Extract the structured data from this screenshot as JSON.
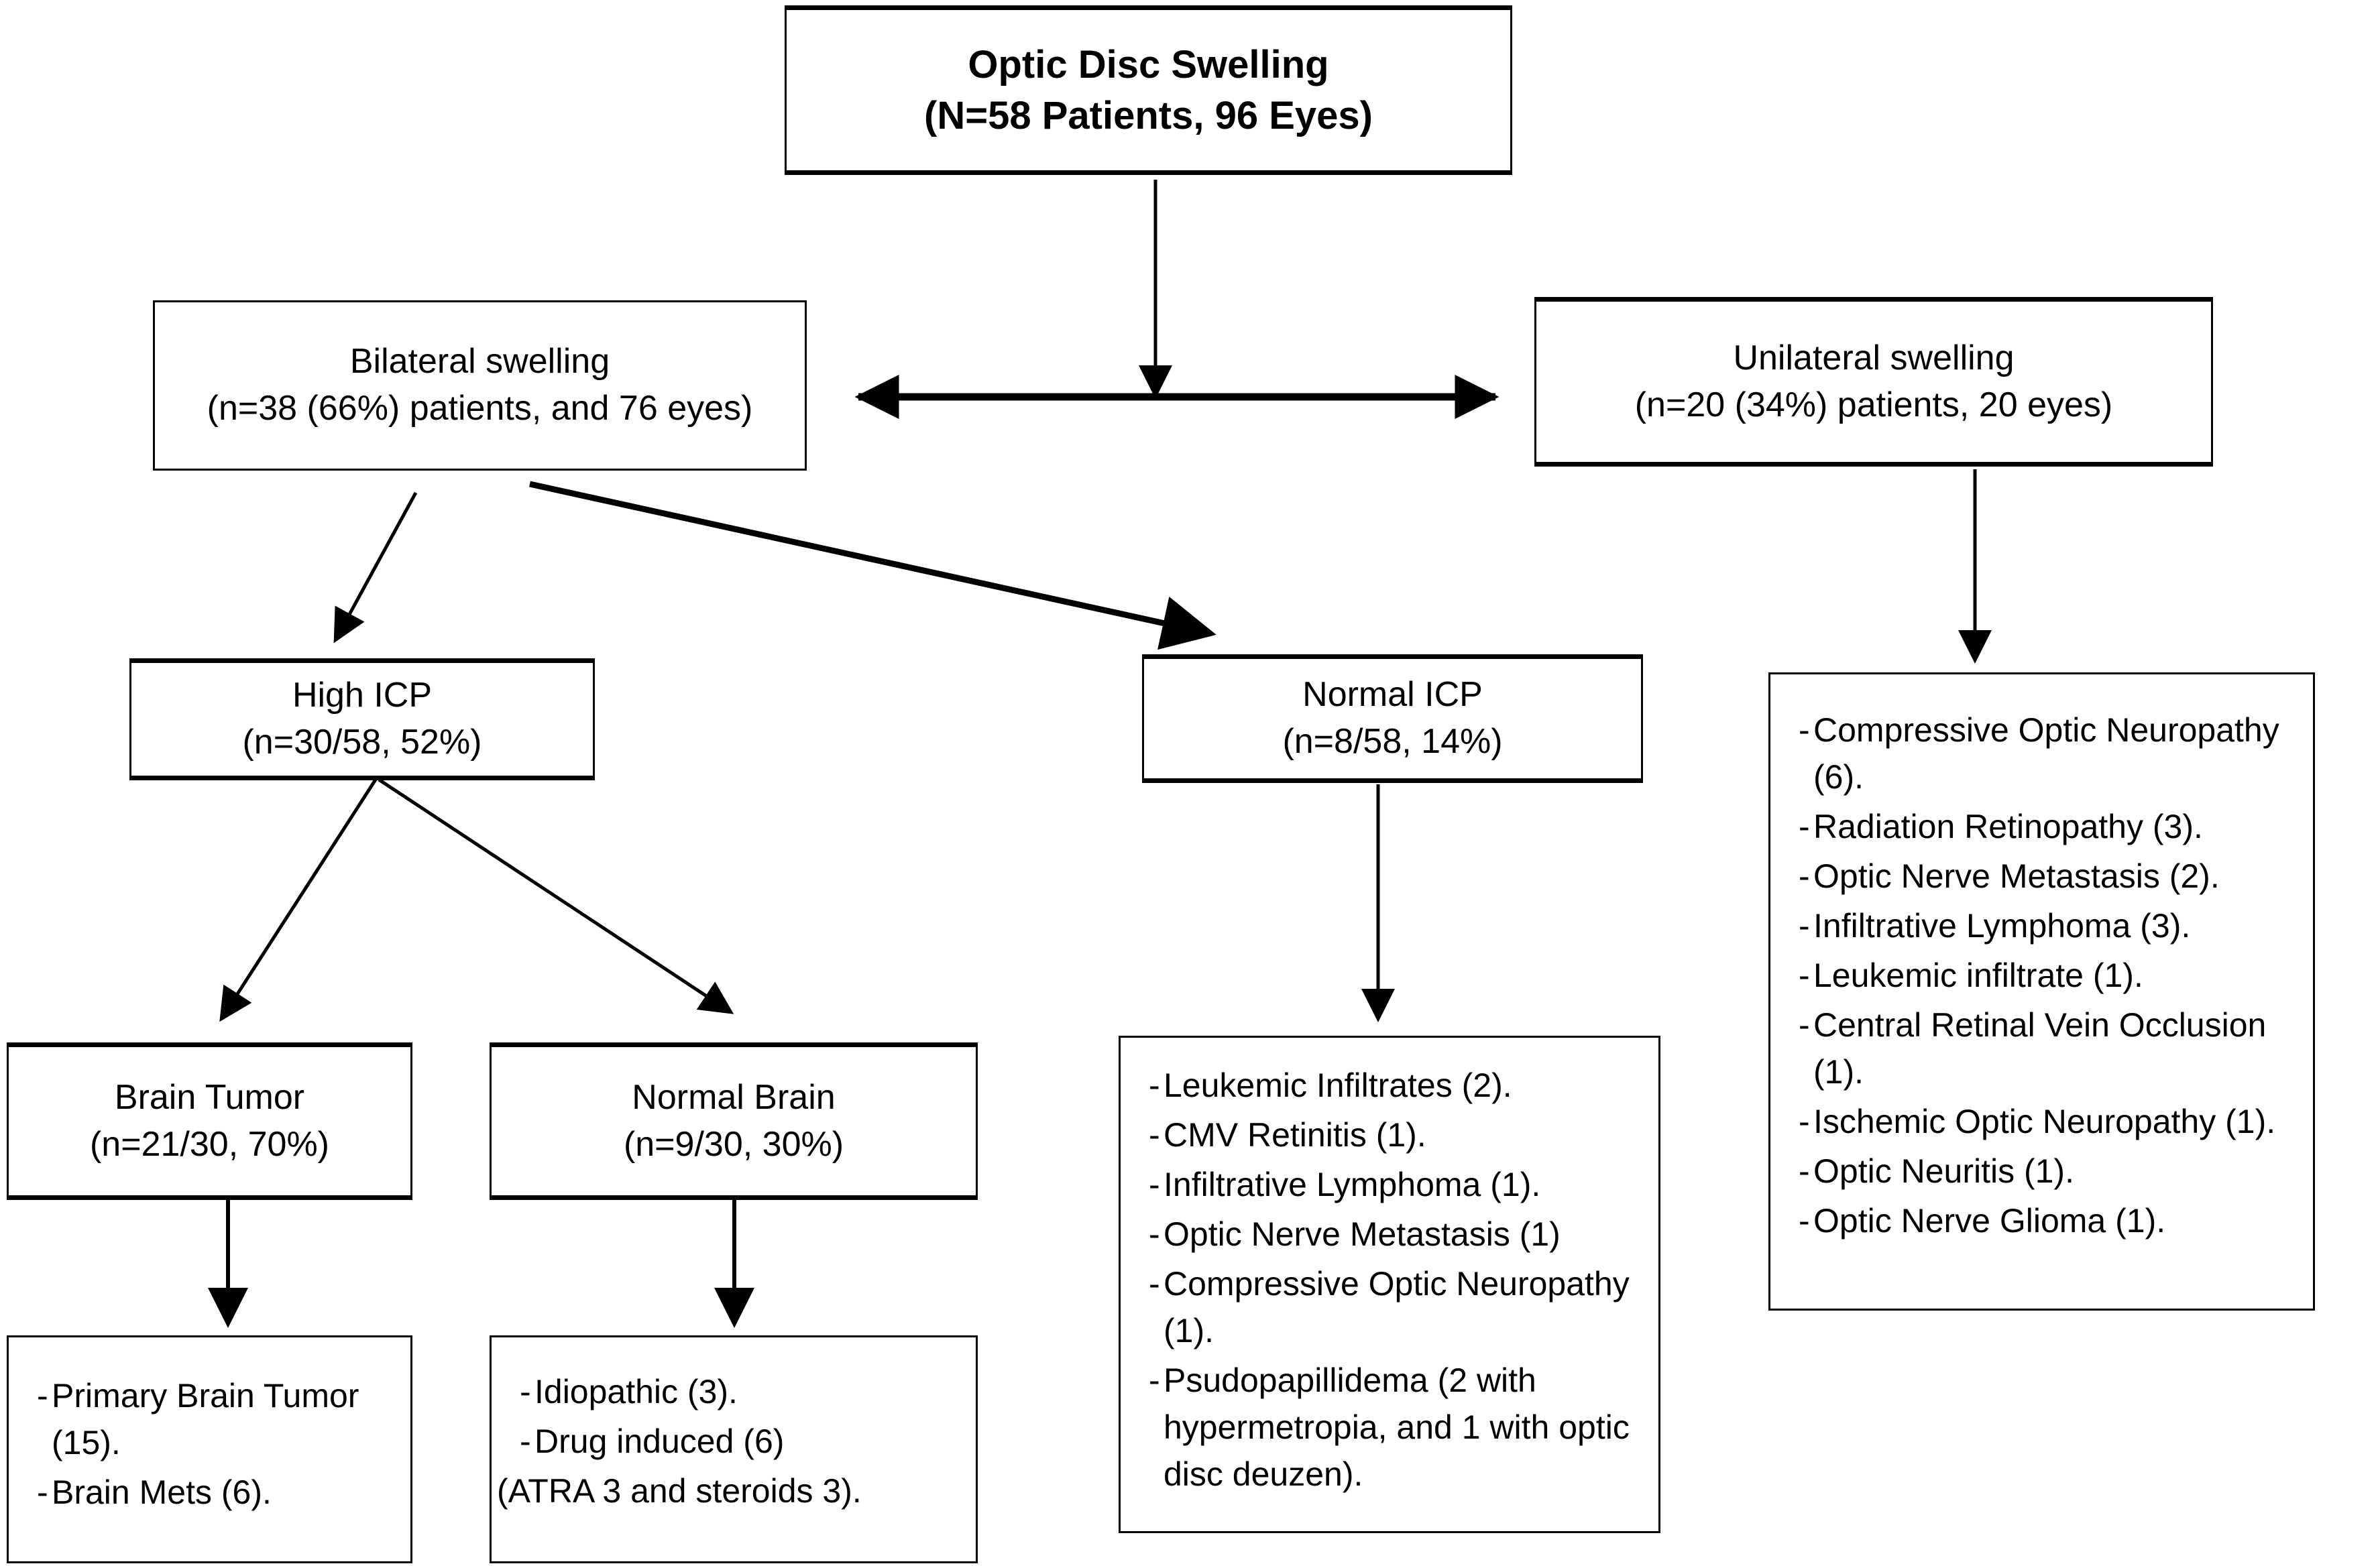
{
  "diagram": {
    "type": "flowchart",
    "title_node": {
      "id": "optic-disc-swelling",
      "line1": "Optic Disc Swelling",
      "line2": "(N=58 Patients, 96 Eyes)"
    },
    "bilateral": {
      "line1": "Bilateral swelling",
      "line2": "(n=38 (66%) patients, and 76 eyes)"
    },
    "unilateral": {
      "line1": "Unilateral swelling",
      "line2": "(n=20 (34%) patients, 20 eyes)"
    },
    "high_icp": {
      "line1": "High ICP",
      "line2": "(n=30/58, 52%)"
    },
    "normal_icp": {
      "line1": "Normal ICP",
      "line2": "(n=8/58, 14%)"
    },
    "brain_tumor": {
      "line1": "Brain Tumor",
      "line2": "(n=21/30, 70%)"
    },
    "normal_brain": {
      "line1": "Normal Brain",
      "line2": "(n=9/30, 30%)"
    },
    "brain_tumor_list": {
      "bullet": "-",
      "items": [
        {
          "text": "Primary Brain Tumor (15).",
          "bulleted": true
        },
        {
          "text": "Brain Mets (6).",
          "bulleted": true
        }
      ]
    },
    "normal_brain_list": {
      "bullet": "-",
      "items": [
        {
          "text": "Idiopathic (3).",
          "bulleted": true
        },
        {
          "text": "Drug induced (6)",
          "bulleted": true
        },
        {
          "text": "(ATRA 3 and steroids 3).",
          "bulleted": false
        }
      ]
    },
    "normal_icp_list": {
      "bullet": "-",
      "items": [
        {
          "text": "Leukemic Infiltrates (2).",
          "bulleted": true
        },
        {
          "text": "CMV Retinitis (1).",
          "bulleted": true
        },
        {
          "text": "Infiltrative Lymphoma (1).",
          "bulleted": true
        },
        {
          "text": "Optic Nerve Metastasis (1)",
          "bulleted": true
        },
        {
          "text": "Compressive Optic Neuropathy (1).",
          "bulleted": true
        },
        {
          "text": "Psudopapillidema (2 with hypermetropia, and 1 with optic disc deuzen).",
          "bulleted": true
        }
      ]
    },
    "unilateral_list": {
      "bullet": "-",
      "items": [
        {
          "text": "Compressive Optic Neuropathy (6).",
          "bulleted": true
        },
        {
          "text": "Radiation Retinopathy (3).",
          "bulleted": true
        },
        {
          "text": "Optic Nerve Metastasis (2).",
          "bulleted": true
        },
        {
          "text": "Infiltrative Lymphoma (3).",
          "bulleted": true
        },
        {
          "text": "Leukemic infiltrate (1).",
          "bulleted": true
        },
        {
          "text": "Central Retinal Vein Occlusion (1).",
          "bulleted": true
        },
        {
          "text": "Ischemic Optic Neuropathy (1).",
          "bulleted": true
        },
        {
          "text": "Optic Neuritis (1).",
          "bulleted": true
        },
        {
          "text": "Optic Nerve Glioma (1).",
          "bulleted": true
        }
      ]
    },
    "colors": {
      "stroke": "#000000",
      "fill": "#ffffff",
      "text": "#000000"
    }
  }
}
